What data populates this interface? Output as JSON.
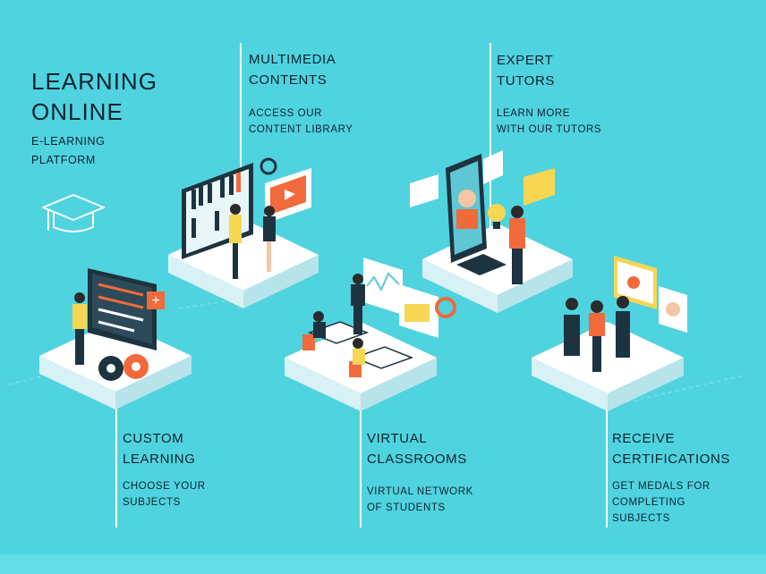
{
  "title": {
    "line1": "LEARNING",
    "line2": "ONLINE",
    "sub1": "E-LEARNING",
    "sub2": "PLATFORM"
  },
  "icons": {
    "header": "graduation-cap-icon"
  },
  "features": {
    "multimedia": {
      "title1": "MULTIMEDIA",
      "title2": "CONTENTS",
      "desc1": "ACCESS OUR",
      "desc2": "CONTENT LIBRARY"
    },
    "tutors": {
      "title1": "EXPERT",
      "title2": "TUTORS",
      "desc1": "LEARN MORE",
      "desc2": "WITH OUR TUTORS"
    },
    "custom": {
      "title1": "CUSTOM",
      "title2": "LEARNING",
      "desc1": "CHOOSE YOUR",
      "desc2": "SUBJECTS"
    },
    "classrooms": {
      "title1": "VIRTUAL",
      "title2": "CLASSROOMS",
      "desc1": "VIRTUAL NETWORK",
      "desc2": "OF STUDENTS"
    },
    "certifications": {
      "title1": "RECEIVE",
      "title2": "CERTIFICATIONS",
      "desc1": "GET MEDALS FOR",
      "desc2": "COMPLETING",
      "desc3": "SUBJECTS"
    }
  },
  "colors": {
    "background": "#4fd3df",
    "text": "#0f2230",
    "platform": "#ffffff",
    "accent_orange": "#f06a3c",
    "accent_yellow": "#f7d654",
    "dark_navy": "#1d3340"
  }
}
